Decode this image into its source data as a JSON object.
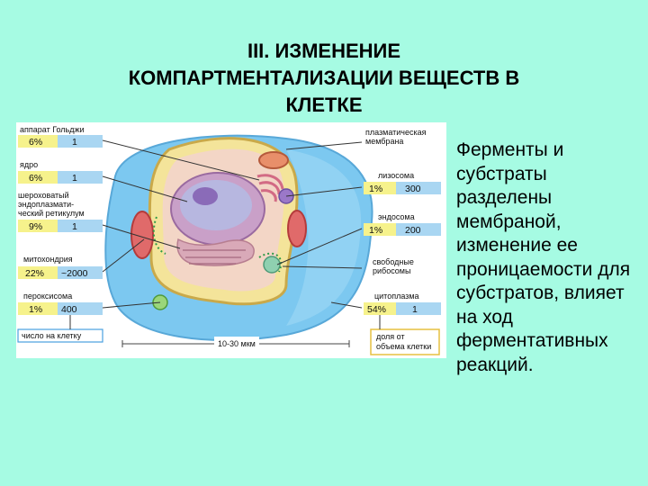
{
  "title_line1": "III. ИЗМЕНЕНИЕ",
  "title_line2": "КОМПАРТМЕНТАЛИЗАЦИИ ВЕЩЕСТВ В",
  "title_line3": "КЛЕТКЕ",
  "description": "Ферменты и субстраты разделены мембраной, изменение ее проницаемости для субстратов, влияет на ход ферментативных реакций.",
  "colors": {
    "background": "#a6fbe3",
    "pct_cell": "#f6f28c",
    "count_cell": "#a9d6f2",
    "cytoplasm": "#7cc8f0",
    "membrane": "#f4e49a"
  },
  "left_labels": [
    {
      "name": "аппарат Гольджи",
      "pct": "6%",
      "count": "1"
    },
    {
      "name": "ядро",
      "pct": "6%",
      "count": "1"
    },
    {
      "name1": "шероховатый",
      "name2": "эндоплазмати-",
      "name3": "ческий ретикулум",
      "pct": "9%",
      "count": "1"
    },
    {
      "name": "митохондрия",
      "pct": "22%",
      "count": "~2000"
    },
    {
      "name": "пероксисома",
      "pct": "1%",
      "count": "400"
    }
  ],
  "right_labels": [
    {
      "name1": "плазматическая",
      "name2": "мембрана"
    },
    {
      "name": "лизосома",
      "pct": "1%",
      "count": "300"
    },
    {
      "name": "эндосома",
      "pct": "1%",
      "count": "200"
    },
    {
      "name1": "свободные",
      "name2": "рибосомы"
    },
    {
      "name": "цитоплазма",
      "pct": "54%",
      "count": "1"
    }
  ],
  "legend_count": "число на клетку",
  "legend_volume1": "доля от",
  "legend_volume2": "объема клетки",
  "scale_label": "10-30 мкм"
}
